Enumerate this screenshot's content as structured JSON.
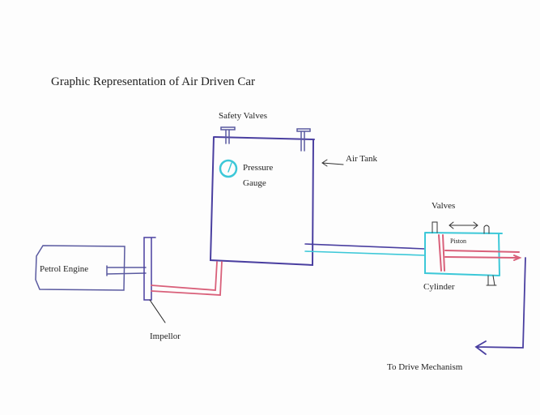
{
  "title": "Graphic Representation of Air Driven Car",
  "labels": {
    "safety_valves": "Safety Valves",
    "pressure": "Pressure",
    "gauge": "Gauge",
    "air_tank": "Air Tank",
    "petrol_engine": "Petrol Engine",
    "impellor": "Impellor",
    "valves": "Valves",
    "piston": "Piston",
    "cylinder": "Cylinder",
    "to_drive": "To Drive Mechanism"
  },
  "colors": {
    "outline": "#4a3fa0",
    "pipe_red": "#d9607a",
    "pipe_cyan": "#3cc8d8",
    "ink": "#222222"
  }
}
